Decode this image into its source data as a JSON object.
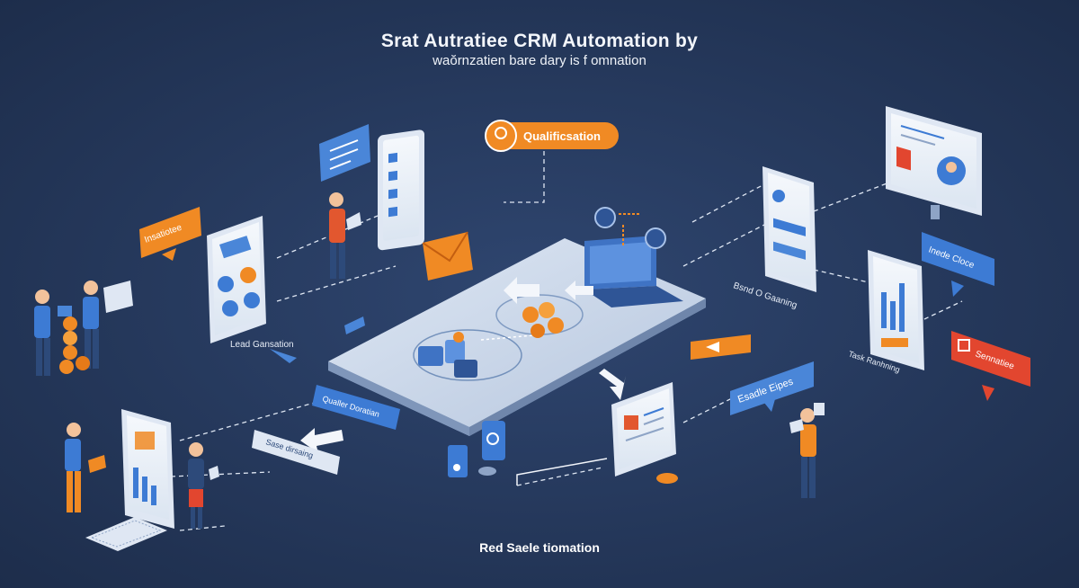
{
  "header": {
    "title": "Srat Autratiee CRM Automation by",
    "subtitle": "waŏrnzatien bare dary is f omnation"
  },
  "footer": {
    "text": "Red Saele tiomation"
  },
  "labels": {
    "qualification": "Qualificsation",
    "top_left_tag": "Insatiotee",
    "lead_generation": "Lead Gansation",
    "platform_left": "Qualler Doratian",
    "sales_button": "Sase dirsaing",
    "mid_right": "Bsnd O Gaaning",
    "top_right_tag": "Inede Cloce",
    "task_label": "Task Ranhning",
    "right_red_tag": "Sennatiee",
    "bubble_right": "Esadle Eipes"
  },
  "colors": {
    "background": "#25385b",
    "accent_orange": "#f08a24",
    "accent_blue": "#3d7bd4",
    "accent_red": "#e2462f",
    "platform": "#c9d6e8"
  }
}
